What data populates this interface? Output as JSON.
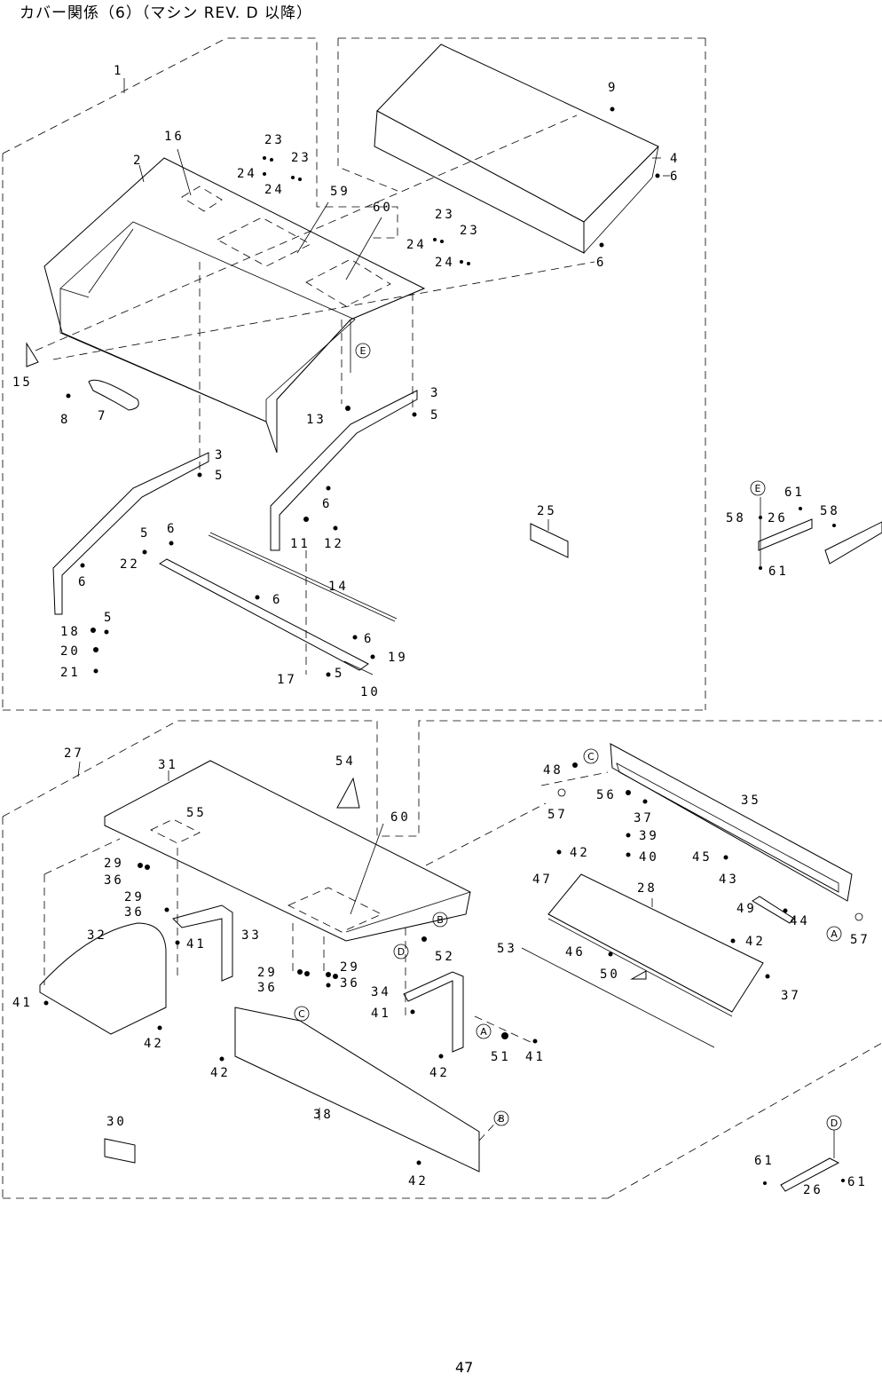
{
  "page": {
    "title": "カバー関係（6）（マシン REV. D 以降）",
    "page_number": "47"
  },
  "callouts": [
    "1",
    "2",
    "3",
    "4",
    "5",
    "6",
    "7",
    "8",
    "9",
    "10",
    "11",
    "12",
    "13",
    "14",
    "15",
    "16",
    "17",
    "18",
    "19",
    "20",
    "21",
    "22",
    "23",
    "24",
    "25",
    "26",
    "27",
    "28",
    "29",
    "30",
    "31",
    "32",
    "33",
    "34",
    "35",
    "36",
    "37",
    "38",
    "39",
    "40",
    "41",
    "42",
    "43",
    "44",
    "45",
    "46",
    "47",
    "48",
    "49",
    "50",
    "51",
    "52",
    "53",
    "54",
    "55",
    "56",
    "57",
    "58",
    "59",
    "60",
    "61"
  ],
  "reference_markers": [
    "A",
    "B",
    "C",
    "D",
    "E"
  ]
}
